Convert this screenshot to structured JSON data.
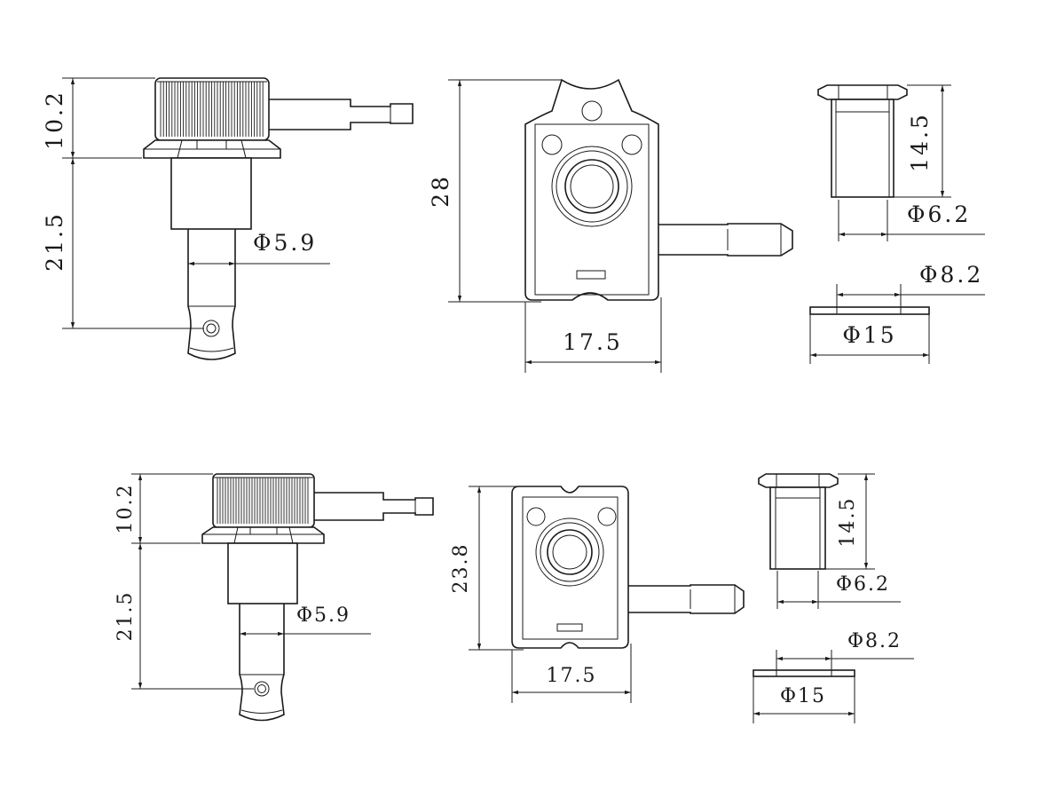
{
  "dimensions": {
    "top": {
      "side_height_top": "10.2",
      "side_height_bottom": "21.5",
      "shaft_diameter": "Φ5.9",
      "plate_height": "28",
      "plate_width": "17.5",
      "bushing_height": "14.5",
      "bushing_diameter": "Φ6.2",
      "washer_inner": "Φ8.2",
      "washer_outer": "Φ15"
    },
    "bottom": {
      "side_height_top": "10.2",
      "side_height_bottom": "21.5",
      "shaft_diameter": "Φ5.9",
      "plate_height": "23.8",
      "plate_width": "17.5",
      "bushing_height": "14.5",
      "bushing_diameter": "Φ6.2",
      "washer_inner": "Φ8.2",
      "washer_outer": "Φ15"
    }
  }
}
